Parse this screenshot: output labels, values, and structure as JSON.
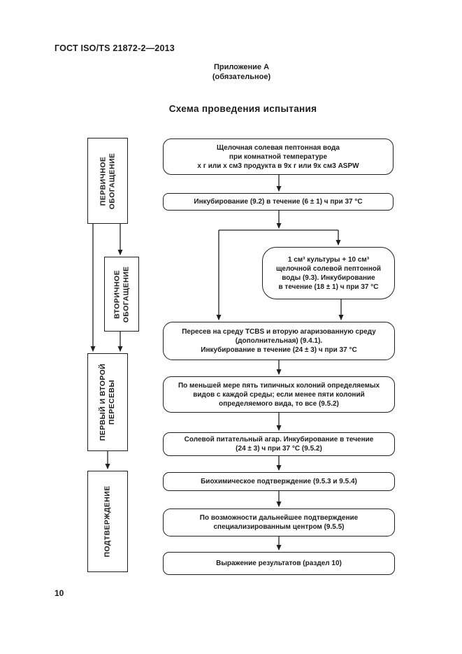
{
  "page": {
    "header": "ГОСТ ISO/TS 21872-2—2013",
    "annex_title": "Приложение А",
    "annex_subtitle": "(обязательное)",
    "title": "Схема проведения испытания",
    "page_number": "10"
  },
  "colors": {
    "ink": "#1c1c1c",
    "page_background": "#ffffff"
  },
  "flowchart": {
    "stages": [
      {
        "id": "primary-enrichment",
        "lines": [
          "ПЕРВИЧНОЕ",
          "ОБОГАЩЕНИЕ"
        ]
      },
      {
        "id": "secondary-enrichment",
        "lines": [
          "ВТОРИЧНОЕ",
          "ОБОГАЩЕНИЕ"
        ]
      },
      {
        "id": "first-second-plating",
        "lines": [
          "ПЕРВЫЙ И ВТОРОЙ",
          "ПЕРЕСЕВЫ"
        ]
      },
      {
        "id": "confirmation",
        "lines": [
          "ПОДТВЕРЖДЕНИЕ"
        ]
      }
    ],
    "steps": [
      {
        "id": "aspw",
        "lines": [
          "Щелочная солевая пептонная вода",
          "при комнатной температуре",
          "х г или х см3 продукта в 9х г или 9х см3 ASPW"
        ]
      },
      {
        "id": "incubation-1",
        "lines": [
          "Инкубирование (9.2) в течение (6 ± 1) ч при 37 °С"
        ]
      },
      {
        "id": "secondary-culture",
        "lines": [
          "1 см³ культуры + 10 см³",
          "щелочной солевой пептонной",
          "воды (9.3). Инкубирование",
          "в течение (18 ± 1) ч при 37 °С"
        ]
      },
      {
        "id": "tcbs-plating",
        "lines": [
          "Пересев на среду TCBS и вторую агаризованную среду",
          "(дополнительная) (9.4.1).",
          "Инкубирование в течение (24  ± 3) ч при 37 °С"
        ]
      },
      {
        "id": "colonies",
        "lines": [
          "По меньшей мере пять типичных колоний определяемых",
          "видов с каждой среды; если менее пяти колоний",
          "определяемого вида, то все (9.5.2)"
        ]
      },
      {
        "id": "saline-agar",
        "lines": [
          "Солевой питательный агар. Инкубирование в течение",
          "(24 ± 3) ч при 37 °С (9.5.2)"
        ]
      },
      {
        "id": "biochemical",
        "lines": [
          "Биохимическое подтверждение (9.5.3 и 9.5.4)"
        ]
      },
      {
        "id": "specialized-center",
        "lines": [
          "По возможности дальнейшее подтверждение",
          "специализированным центром (9.5.5)"
        ]
      },
      {
        "id": "results",
        "lines": [
          "Выражение результатов (раздел 10)"
        ]
      }
    ]
  }
}
